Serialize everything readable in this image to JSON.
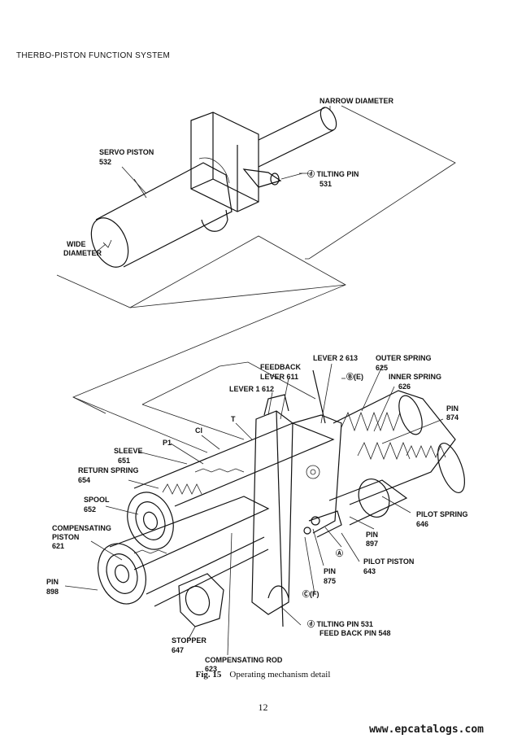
{
  "header": {
    "title": "THERBO-PISTON FUNCTION SYSTEM"
  },
  "labels": {
    "narrow_diameter": "NARROW DIAMETER",
    "servo_piston": "SERVO PISTON",
    "servo_piston_no": "532",
    "tilting_pin_top": "ⓓ TILTING PIN",
    "tilting_pin_top_no": "531",
    "wide_diameter_1": "WIDE",
    "wide_diameter_2": "DIAMETER",
    "lever2": "LEVER 2  613",
    "outer_spring": "OUTER SPRING",
    "outer_spring_no": "625",
    "feedback_lever_1": "FEEDBACK",
    "feedback_lever_2": "LEVER 611",
    "b_e": "Ⓑ(E)",
    "inner_spring": "INNER SPRING",
    "inner_spring_no": "626",
    "lever1": "LEVER 1  612",
    "pin874": "PIN",
    "pin874_no": "874",
    "t": "T",
    "cl": "Cl",
    "p1": "P1",
    "sleeve": "SLEEVE",
    "sleeve_no": "651",
    "return_spring": "RETURN SPRING",
    "return_spring_no": "654",
    "spool": "SPOOL",
    "spool_no": "652",
    "pilot_spring": "PILOT SPRING",
    "pilot_spring_no": "646",
    "compensating_piston_1": "COMPENSATING",
    "compensating_piston_2": "PISTON",
    "compensating_piston_no": "621",
    "pin897": "PIN",
    "pin897_no": "897",
    "a": "Ⓐ",
    "pilot_piston": "PILOT PISTON",
    "pilot_piston_no": "643",
    "pin898": "PIN",
    "pin898_no": "898",
    "pin875": "PIN",
    "pin875_no": "875",
    "c_f": "Ⓒ(F)",
    "tilting_pin_bottom": "ⓓ TILTING PIN 531",
    "feed_back_pin": "FEED BACK PIN  548",
    "stopper": "STOPPER",
    "stopper_no": "647",
    "compensating_rod": "COMPENSATING ROD",
    "compensating_rod_no": "623"
  },
  "caption": {
    "fig": "Fig. 15",
    "text": "Operating mechanism detail"
  },
  "page_number": "12",
  "watermark": "www.epcatalogs.com"
}
